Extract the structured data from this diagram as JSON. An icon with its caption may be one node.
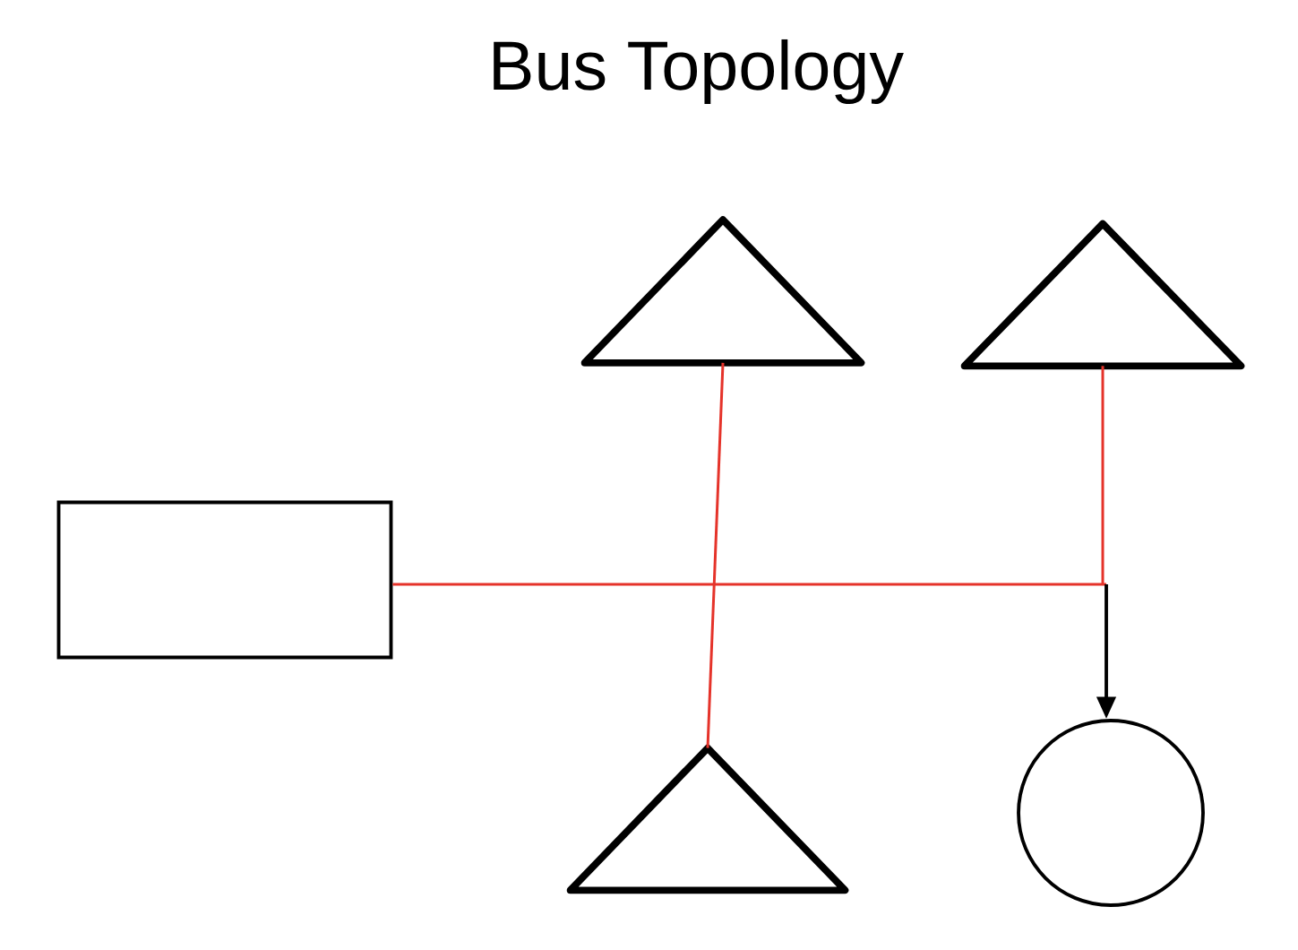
{
  "diagram": {
    "title": "Bus Topology",
    "nodes": [
      {
        "text": [],
        "shape": "box"
      },
      {
        "text": [],
        "shape": "triangle"
      },
      {
        "text": [],
        "shape": "triangle"
      },
      {
        "text": [],
        "shape": "triangle"
      },
      {
        "text": [],
        "shape": "circle"
      }
    ],
    "edges": [
      {
        "from": 0,
        "to": 4,
        "arrow": "to"
      },
      {
        "from": 2,
        "to": 4,
        "arrow": "to"
      },
      {
        "from": 1,
        "to": 3,
        "arrow": "none"
      }
    ]
  }
}
